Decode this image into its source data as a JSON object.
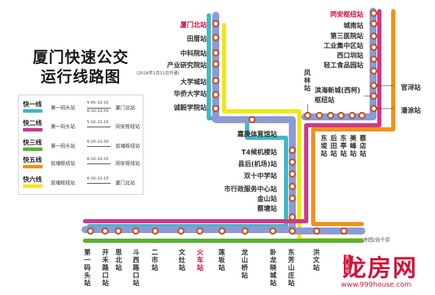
{
  "title": {
    "line1": "厦门快速公交",
    "line2": "运行线路图"
  },
  "legend": [
    {
      "name": "快一线",
      "color": "#3fb8c8",
      "from": "第一码头站",
      "times": [
        "5:45–22:15",
        "6:10–22:55"
      ],
      "to": "厦门北站"
    },
    {
      "name": "快二线",
      "color": "#cc3a8c",
      "from": "第一码头站",
      "times": [
        "5:10–21:15"
      ],
      "to": "同安枢纽站"
    },
    {
      "name": "快三线",
      "color": "#5ab034",
      "from": "第一码头站",
      "times": [
        "6:10–22:30"
      ],
      "to": "前埔枢纽站"
    },
    {
      "name": "快五线",
      "color": "#f0921a",
      "from": "前埔枢纽站",
      "times": [
        "6:10–22:15"
      ],
      "to": "同安枢纽站"
    },
    {
      "name": "快六线",
      "color": "#f2e51a",
      "from": "前埔枢纽站",
      "times": [
        "6:10–21:15"
      ],
      "to": "厦门北站"
    }
  ],
  "colors": {
    "trunk": "#8c9bd4",
    "station_ring": "#c0522a",
    "highlight_text": "#d2143a"
  },
  "stations": {
    "west_branch": [
      "厦门北站",
      "田厝站",
      "中科院站",
      "产业研究院站",
      "大学城站",
      "华侨大学站",
      "诚毅学院站"
    ],
    "west_branch_note": "(2016年1月31日开通)",
    "middle": [
      "嘉庚体育馆站",
      "T4候机楼站",
      "县后(机场)站",
      "双十中学站",
      "市行政服务中心站",
      "金山站",
      "蔡塘站"
    ],
    "east_branch": [
      "同安枢纽站",
      "城南站",
      "第三医院站",
      "工业集中区站",
      "西口圳站",
      "轻工食品园站"
    ],
    "east_branch_right": [
      "官浔站",
      "潘涂站"
    ],
    "hub": "滨海新城(西柯)枢纽站",
    "fenglin": "凤林站",
    "east_row": [
      "东埈站",
      "后田站",
      "东亭站",
      "美峰站",
      "蔡店站"
    ],
    "bottom_row": [
      "第一码头站",
      "开禾路口站",
      "思北站",
      "斗西路口站",
      "二市站",
      "文灶站",
      "火车站",
      "莲坂站",
      "龙山桥站",
      "卧龙晓城站",
      "东芳山庄站",
      "洪文站"
    ]
  },
  "credit": "制图/张千原",
  "logo": {
    "text": "龙房网",
    "tag": "厦门枢纽",
    "url": "www.999house.com"
  }
}
